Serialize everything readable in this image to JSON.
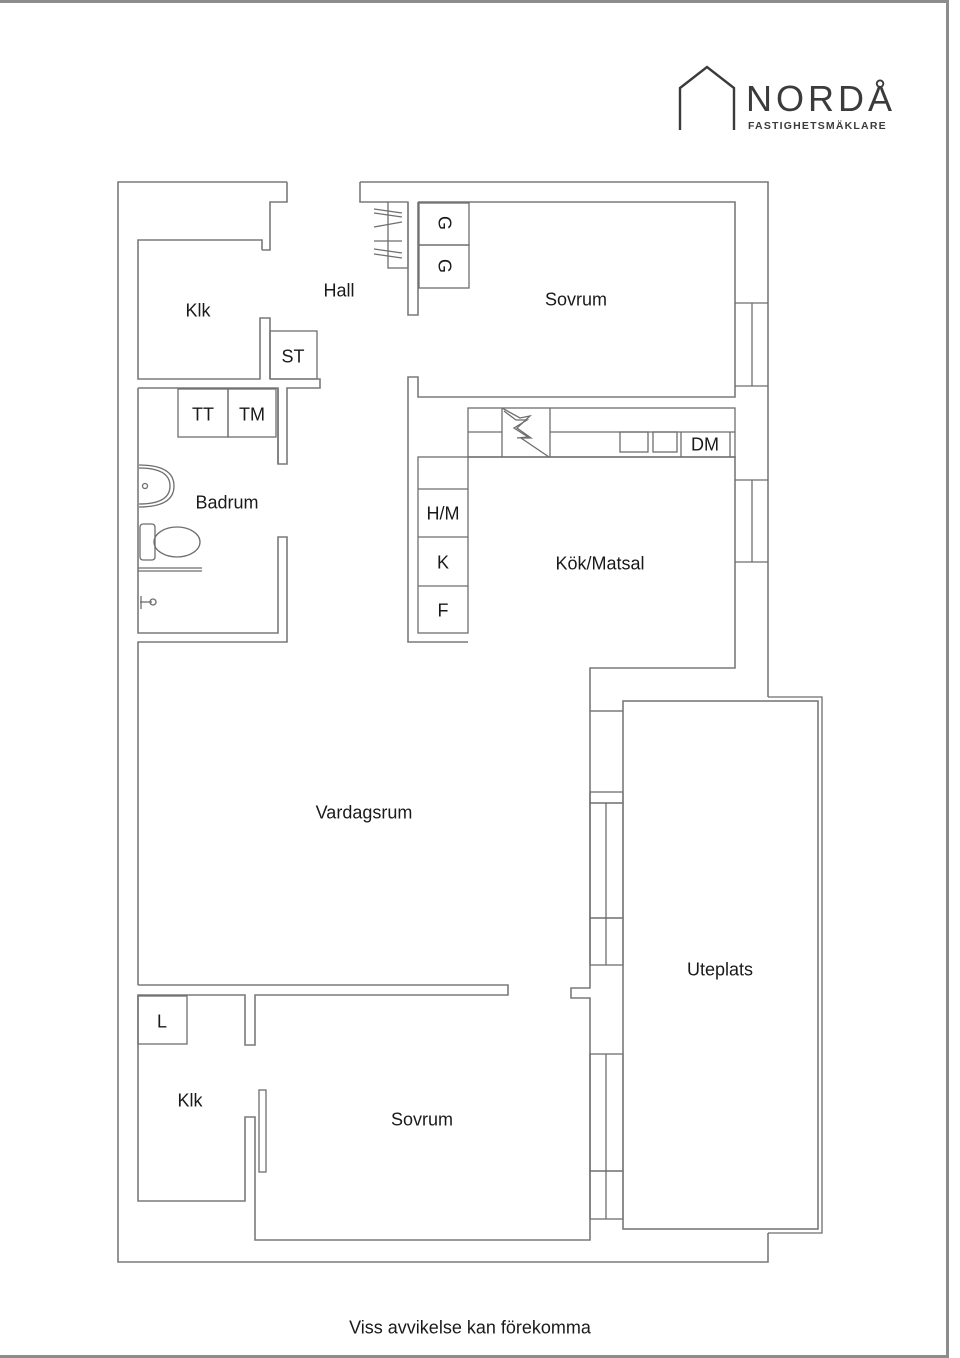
{
  "logo": {
    "name": "NORDÅ",
    "subtitle": "FASTIGHETSMÄKLARE",
    "icon": "house-outline-icon"
  },
  "rooms": {
    "hall": "Hall",
    "klk_top": "Klk",
    "st": "ST",
    "sovrum_top": "Sovrum",
    "wardrobe_1": "G",
    "wardrobe_2": "G",
    "tt": "TT",
    "tm": "TM",
    "badrum": "Badrum",
    "kok": "Kök/Matsal",
    "dm": "DM",
    "hm": "H/M",
    "k": "K",
    "f": "F",
    "vardagsrum": "Vardagsrum",
    "uteplats": "Uteplats",
    "l": "L",
    "klk_bottom": "Klk",
    "sovrum_bottom": "Sovrum"
  },
  "footer": {
    "disclaimer": "Viss avvikelse kan förekomma"
  },
  "colors": {
    "wall_stroke": "#7a7a7a",
    "page_border": "#8c8c8c",
    "text": "#1a1a1a",
    "logo": "#3b3b3b"
  }
}
